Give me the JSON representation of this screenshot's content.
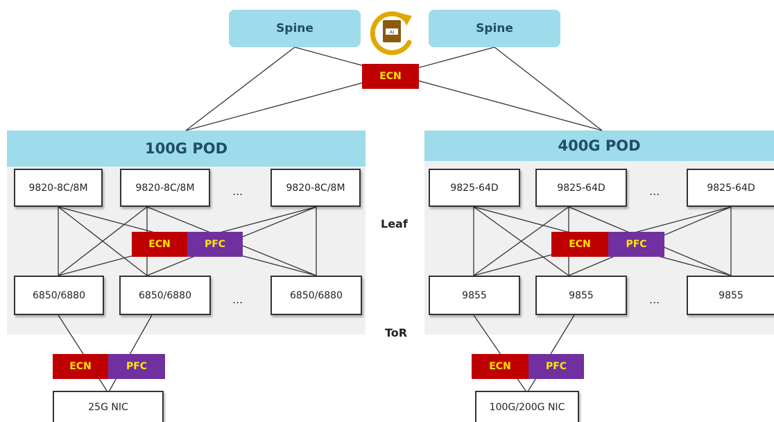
{
  "spines": [
    "Spine",
    "Spine"
  ],
  "core_tag": "ECN",
  "icon_label": "AI",
  "pods": [
    {
      "title": "100G POD",
      "leaf": [
        "9820-8C/8M",
        "9820-8C/8M",
        "9820-8C/8M"
      ],
      "tor": [
        "6850/6880",
        "6850/6880",
        "6850/6880"
      ],
      "nic": "25G NIC",
      "mid_tags": [
        "ECN",
        "PFC"
      ],
      "nic_tags": [
        "ECN",
        "PFC"
      ]
    },
    {
      "title": "400G POD",
      "leaf": [
        "9825-64D",
        "9825-64D",
        "9825-64D"
      ],
      "tor": [
        "9855",
        "9855",
        "9855"
      ],
      "nic": "100G/200G NIC",
      "mid_tags": [
        "ECN",
        "PFC"
      ],
      "nic_tags": [
        "ECN",
        "PFC"
      ]
    }
  ],
  "ellipsis": "...",
  "layers": {
    "leaf": "Leaf",
    "tor": "ToR"
  },
  "colors": {
    "spine": "#9edbeb",
    "ecn": "#c00000",
    "pfc": "#7030a0",
    "tag_text": "#ffe600"
  }
}
